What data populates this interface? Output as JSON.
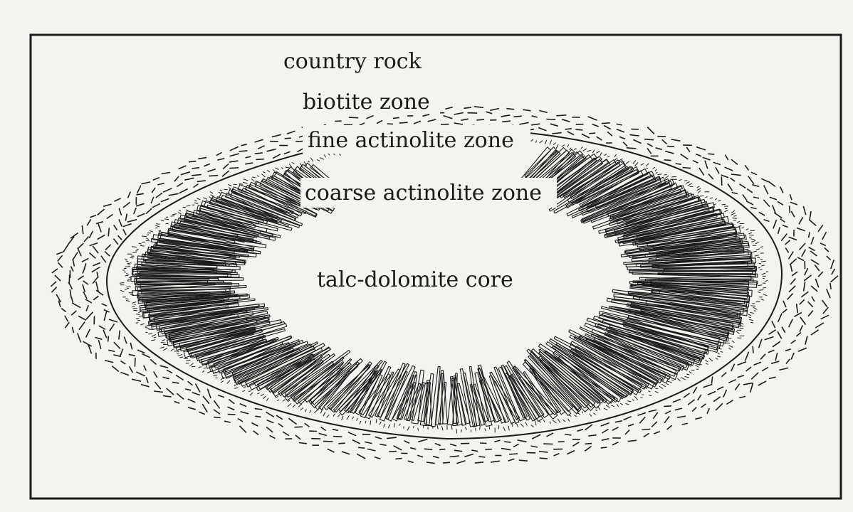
{
  "diagram": {
    "labels": {
      "country_rock": "country rock",
      "biotite_zone": "biotite zone",
      "fine_actinolite_zone": "fine actinolite zone",
      "coarse_actinolite_zone": "coarse actinolite zone",
      "core": "talc-dolomite core"
    },
    "colors": {
      "background": "#f4f3ef",
      "ink": "#1b1b1b"
    }
  }
}
